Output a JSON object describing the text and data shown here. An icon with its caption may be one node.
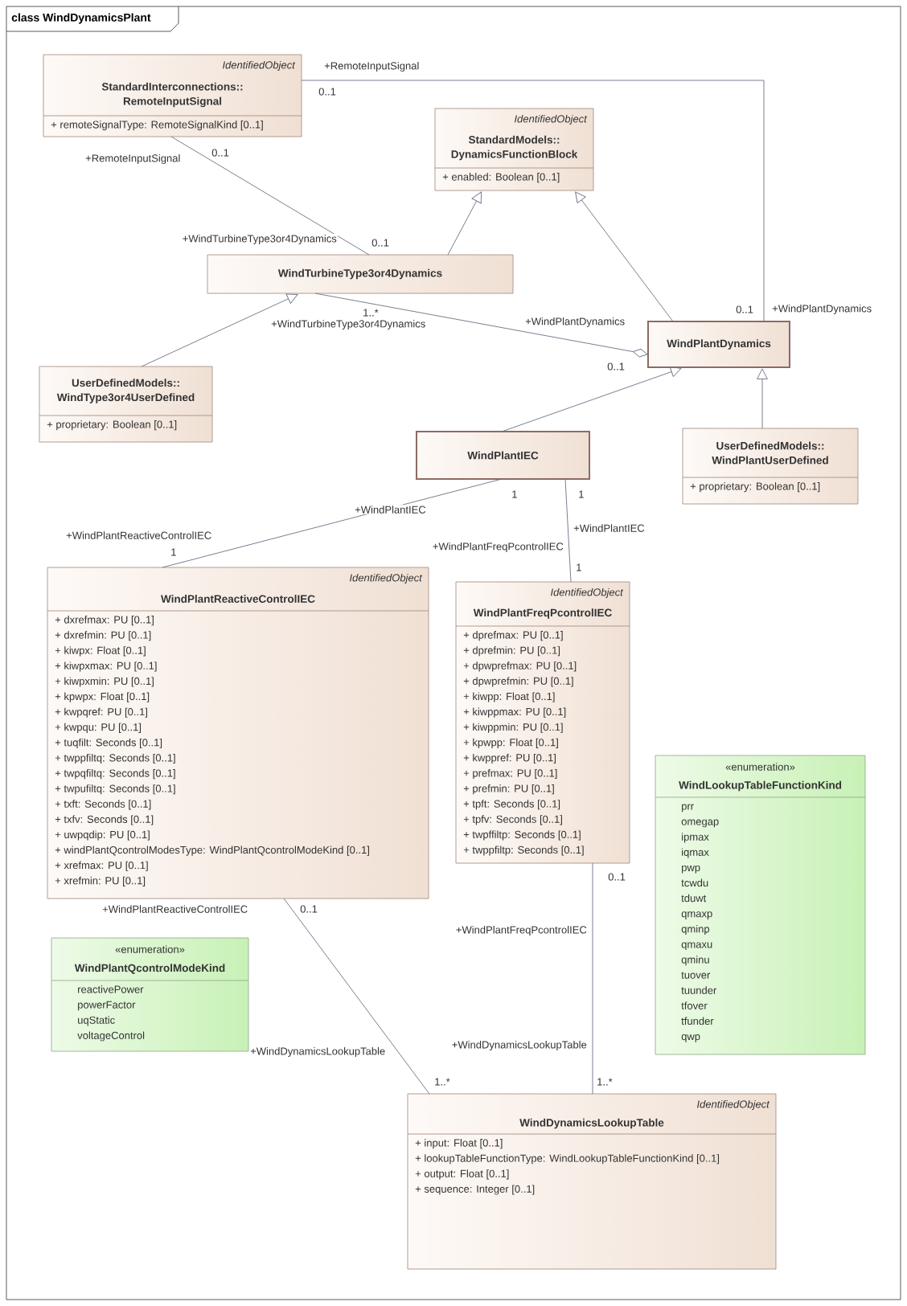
{
  "diagram": {
    "title": "class WindDynamicsPlant",
    "nodes": [
      {
        "text": [
          "IdentifiedObject",
          "StandardInterconnections:: RemoteInputSignal",
          "+ remoteSignalType: RemoteSignalKind [0..1]"
        ]
      },
      {
        "text": [
          "IdentifiedObject",
          "StandardModels:: DynamicsFunctionBlock",
          "+ enabled: Boolean [0..1]"
        ]
      },
      {
        "text": [
          "WindTurbineType3or4Dynamics"
        ]
      },
      {
        "text": [
          "UserDefinedModels:: WindType3or4UserDefined",
          "+ proprietary: Boolean [0..1]"
        ]
      },
      {
        "text": [
          "WindPlantDynamics"
        ]
      },
      {
        "text": [
          "WindPlantIEC"
        ]
      },
      {
        "text": [
          "UserDefinedModels:: WindPlantUserDefined",
          "+ proprietary: Boolean [0..1]"
        ]
      },
      {
        "text": [
          "IdentifiedObject",
          "WindPlantReactiveControlIEC",
          "+ dxrefmax: PU [0..1]",
          "+ dxrefmin: PU [0..1]",
          "+ kiwpx: Float [0..1]",
          "+ kiwpxmax: PU [0..1]",
          "+ kiwpxmin: PU [0..1]",
          "+ kpwpx: Float [0..1]",
          "+ kwpqref: PU [0..1]",
          "+ kwpqu: PU [0..1]",
          "+ tuqfilt: Seconds [0..1]",
          "+ twppfiltq: Seconds [0..1]",
          "+ twpqfiltq: Seconds [0..1]",
          "+ twpufiltq: Seconds [0..1]",
          "+ txft: Seconds [0..1]",
          "+ txfv: Seconds [0..1]",
          "+ uwpqdip: PU [0..1]",
          "+ windPlantQcontrolModesType: WindPlantQcontrolModeKind [0..1]",
          "+ xrefmax: PU [0..1]",
          "+ xrefmin: PU [0..1]"
        ]
      },
      {
        "text": [
          "IdentifiedObject",
          "WindPlantFreqPcontrolIEC",
          "+ dprefmax: PU [0..1]",
          "+ dprefmin: PU [0..1]",
          "+ dpwprefmax: PU [0..1]",
          "+ dpwprefmin: PU [0..1]",
          "+ kiwpp: Float [0..1]",
          "+ kiwppmax: PU [0..1]",
          "+ kiwppmin: PU [0..1]",
          "+ kpwpp: Float [0..1]",
          "+ kwppref: PU [0..1]",
          "+ prefmax: PU [0..1]",
          "+ prefmin: PU [0..1]",
          "+ tpft: Seconds [0..1]",
          "+ tpfv: Seconds [0..1]",
          "+ twpffiltp: Seconds [0..1]",
          "+ twppfiltp: Seconds [0..1]"
        ]
      },
      {
        "text": [
          "«enumeration»",
          "WindLookupTableFunctionKind",
          "prr",
          "omegap",
          "ipmax",
          "iqmax",
          "pwp",
          "tcwdu",
          "tduwt",
          "qmaxp",
          "qminp",
          "qmaxu",
          "qminu",
          "tuover",
          "tuunder",
          "tfover",
          "tfunder",
          "qwp"
        ]
      },
      {
        "text": [
          "«enumeration»",
          "WindPlantQcontrolModeKind",
          "reactivePower",
          "powerFactor",
          "uqStatic",
          "voltageControl"
        ]
      },
      {
        "text": [
          "IdentifiedObject",
          "WindDynamicsLookupTable",
          "+ input: Float [0..1]",
          "+ lookupTableFunctionType: WindLookupTableFunctionKind [0..1]",
          "+ output: Float [0..1]",
          "+ sequence: Integer [0..1]"
        ]
      }
    ],
    "edges": [
      {
        "from": 0,
        "to": 4,
        "arrow": "none"
      },
      {
        "from": 0,
        "to": 2,
        "arrow": "none"
      },
      {
        "from": 2,
        "to": 1,
        "arrow": "to"
      },
      {
        "from": 4,
        "to": 1,
        "arrow": "to"
      },
      {
        "from": 3,
        "to": 2,
        "arrow": "to"
      },
      {
        "from": 2,
        "to": 4,
        "arrow": "other"
      },
      {
        "from": 5,
        "to": 4,
        "arrow": "to"
      },
      {
        "from": 6,
        "to": 4,
        "arrow": "to"
      },
      {
        "from": 5,
        "to": 7,
        "arrow": "none"
      },
      {
        "from": 5,
        "to": 8,
        "arrow": "none"
      },
      {
        "from": 7,
        "to": 11,
        "arrow": "none"
      },
      {
        "from": 8,
        "to": 11,
        "arrow": "none"
      }
    ],
    "labels": [
      "+RemoteInputSignal",
      "0..1",
      "0..1",
      "+RemoteInputSignal",
      "+WindTurbineType3or4Dynamics",
      "0..1",
      "1..*",
      "0..1",
      "+WindPlantDynamics",
      "+WindTurbineType3or4Dynamics",
      "+WindPlantDynamics",
      "0..1",
      "1",
      "1",
      "+WindPlantIEC",
      "+WindPlantIEC",
      "+WindPlantReactiveControlIEC",
      "+WindPlantFreqPcontrolIEC",
      "1",
      "1",
      "0..1",
      "+WindPlantReactiveControlIEC",
      "0..1",
      "+WindPlantFreqPcontrolIEC",
      "+WindDynamicsLookupTable",
      "+WindDynamicsLookupTable",
      "1..*",
      "1..*"
    ]
  }
}
